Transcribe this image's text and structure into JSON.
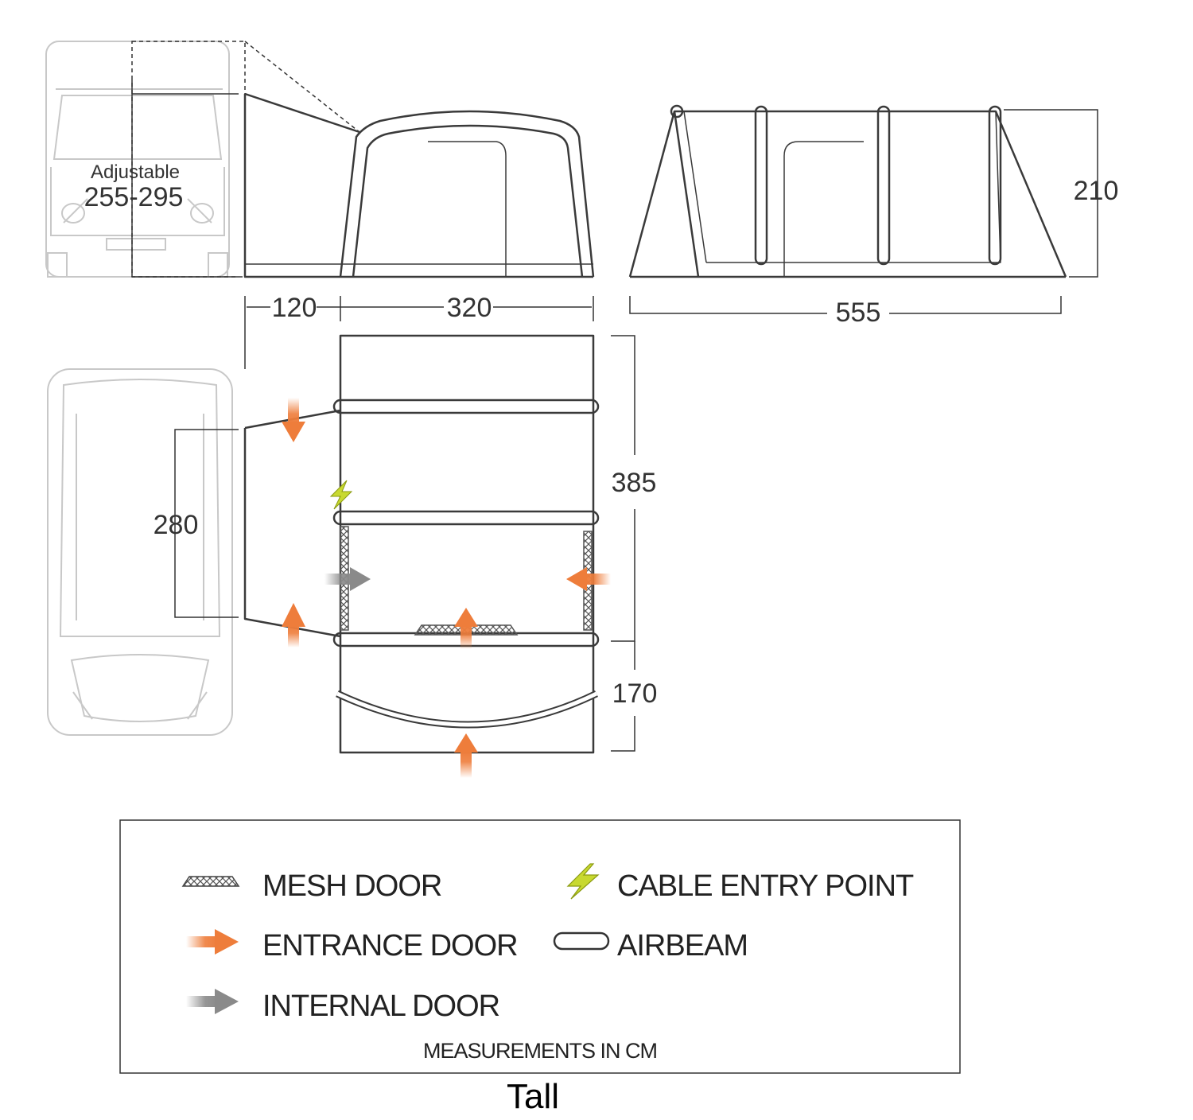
{
  "dimensions": {
    "adjustable_label": "Adjustable",
    "adjustable_range": "255-295",
    "connector_length": "120",
    "main_width": "320",
    "total_length": "555",
    "height": "210",
    "vehicle_side_width": "280",
    "main_depth": "385",
    "porch_depth": "170"
  },
  "legend": {
    "mesh_door": "MESH DOOR",
    "cable_entry_point": "CABLE ENTRY POINT",
    "entrance_door": "ENTRANCE DOOR",
    "airbeam": "AIRBEAM",
    "internal_door": "INTERNAL DOOR",
    "note": "MEASUREMENTS IN CM"
  },
  "caption": "Tall",
  "colors": {
    "outline": "#3a3a3a",
    "vehicle": "#c8c8c8",
    "entrance_arrow": "#ee7d3b",
    "internal_arrow": "#8a8a8a",
    "cable_bolt": "#c8d930",
    "mesh": "#555555"
  }
}
